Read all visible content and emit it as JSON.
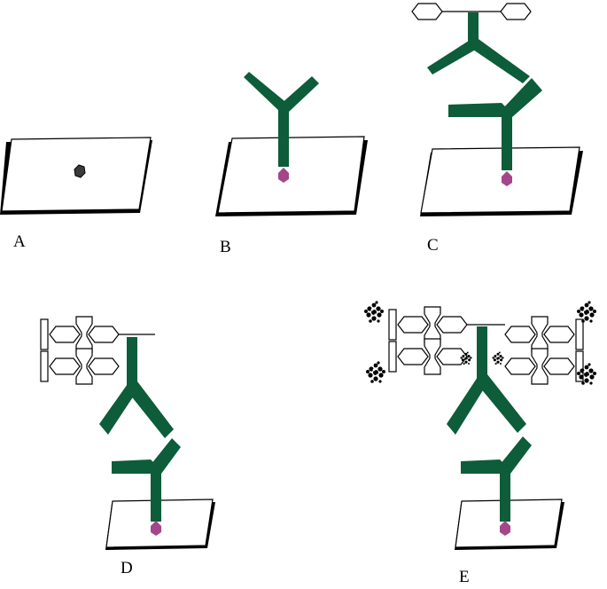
{
  "panels": [
    {
      "label": "A"
    },
    {
      "label": "B"
    },
    {
      "label": "C"
    },
    {
      "label": "D"
    },
    {
      "label": "E"
    }
  ],
  "colors": {
    "antibody": "#0d5c3a",
    "antigen_dark": "#3a3a3a",
    "antigen_magenta": "#a4468a",
    "outline": "#000000",
    "surface_fill": "#ffffff"
  },
  "icons": [
    "solid-surface-icon",
    "antigen-icon",
    "primary-antibody-icon",
    "secondary-antibody-icon",
    "enzyme-conjugate-icon",
    "substrate-dots-icon"
  ]
}
